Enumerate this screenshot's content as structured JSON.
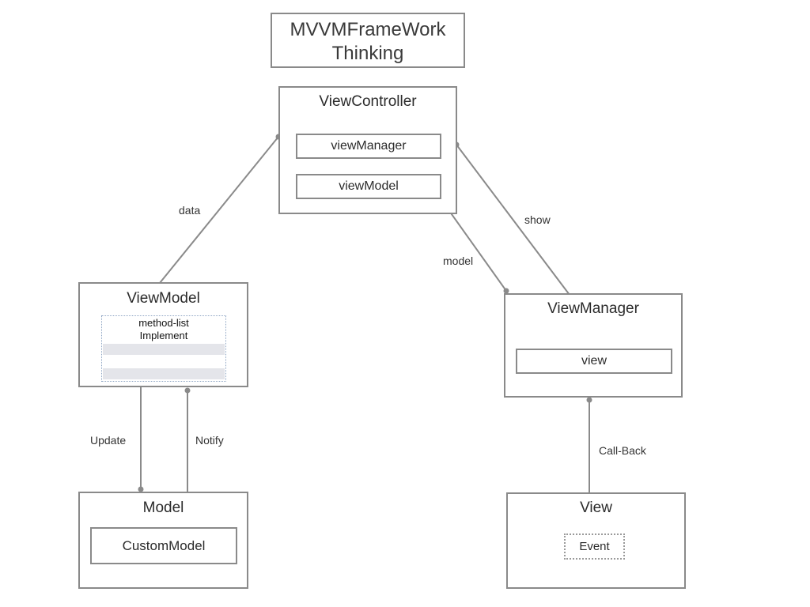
{
  "colors": {
    "stroke": "#8a8a8a",
    "text": "#2b2b2b",
    "stripe": "#e4e5ea"
  },
  "title": {
    "line1": "MVVMFrameWork",
    "line2": "Thinking"
  },
  "view_controller": {
    "title": "ViewController",
    "view_manager": "viewManager",
    "view_model": "viewModel"
  },
  "view_model": {
    "title": "ViewModel",
    "method_list_line1": "method-list",
    "method_list_line2": "Implement"
  },
  "view_manager": {
    "title": "ViewManager",
    "view": "view"
  },
  "model": {
    "title": "Model",
    "custom_model": "CustomModel"
  },
  "view": {
    "title": "View",
    "event": "Event"
  },
  "edges": {
    "data": "data",
    "show": "show",
    "model": "model",
    "update": "Update",
    "notify": "Notify",
    "call_back": "Call-Back"
  }
}
